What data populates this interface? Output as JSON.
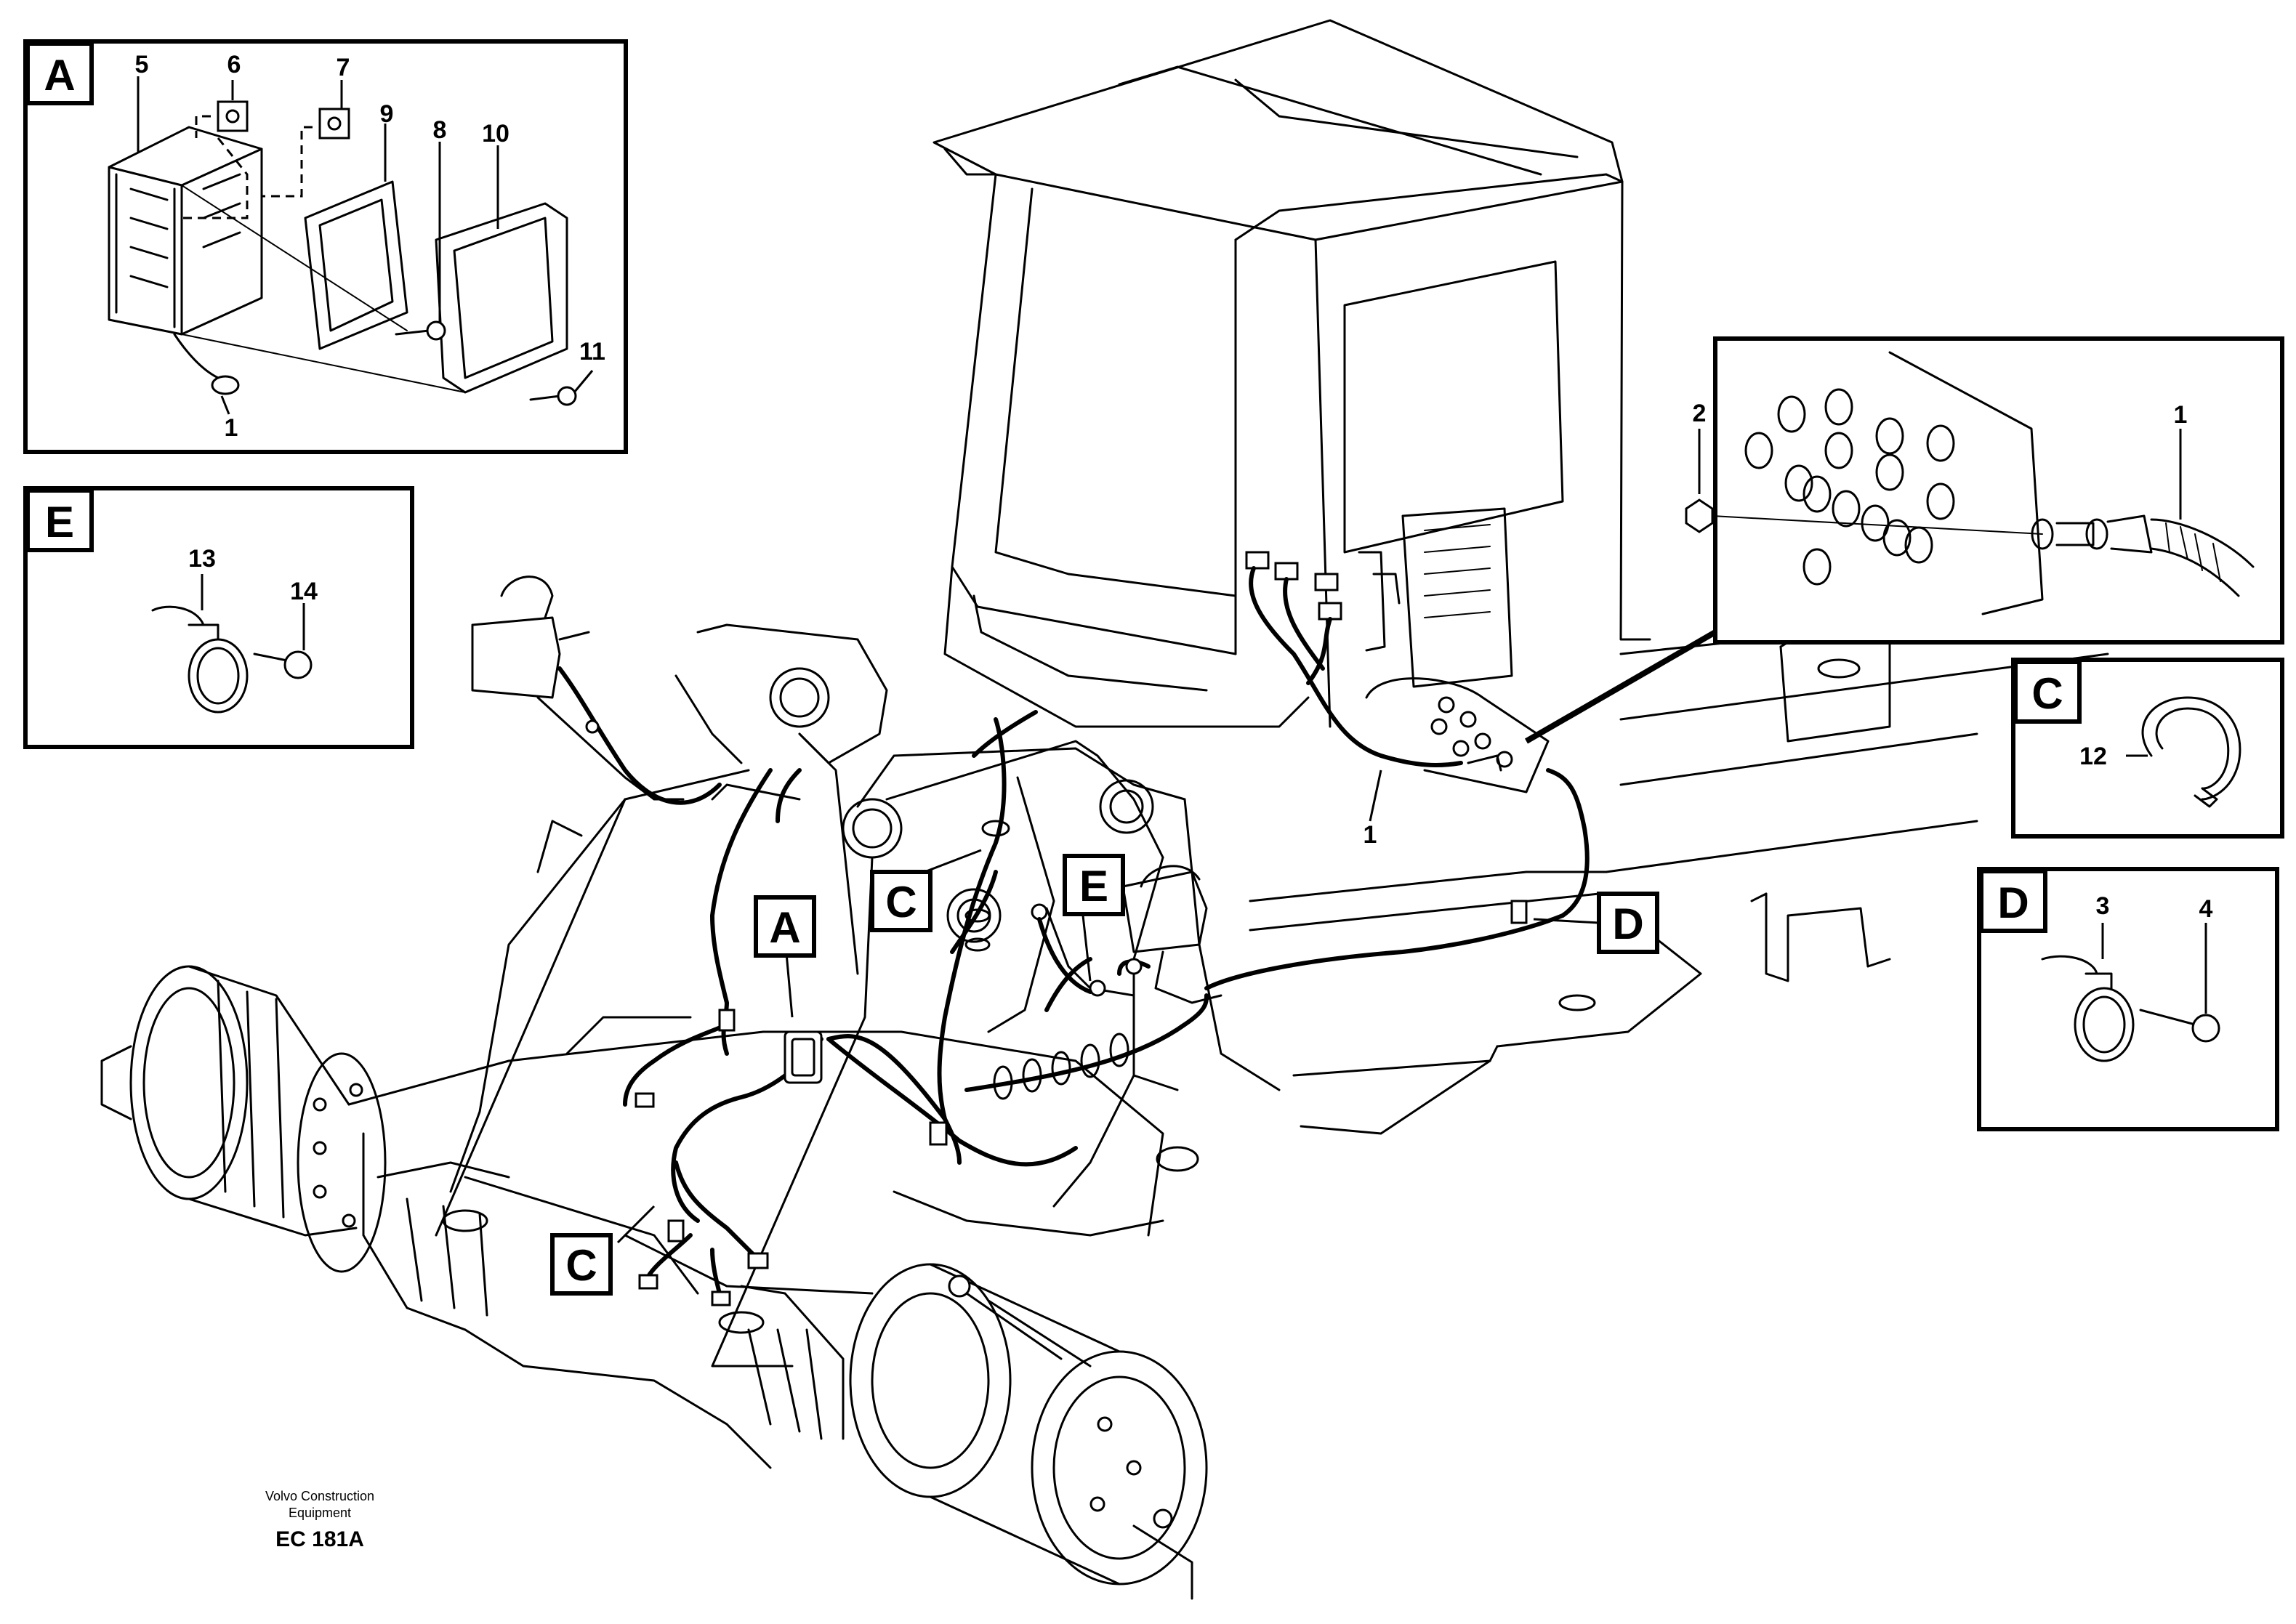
{
  "footer": {
    "company_line1": "Volvo Construction",
    "company_line2": "Equipment",
    "code": "EC 181A"
  },
  "detail_a": {
    "tag": "A",
    "labels": [
      "5",
      "6",
      "7",
      "9",
      "8",
      "10",
      "11",
      "1"
    ]
  },
  "detail_e": {
    "tag": "E",
    "labels": [
      "13",
      "14"
    ]
  },
  "detail_b": {
    "labels": [
      "2",
      "1"
    ]
  },
  "detail_c": {
    "tag": "C",
    "labels": [
      "12"
    ]
  },
  "detail_d": {
    "tag": "D",
    "labels": [
      "3",
      "4"
    ]
  },
  "main_view": {
    "tags": [
      "A",
      "C",
      "E",
      "D",
      "C"
    ],
    "labels": [
      "1"
    ]
  }
}
